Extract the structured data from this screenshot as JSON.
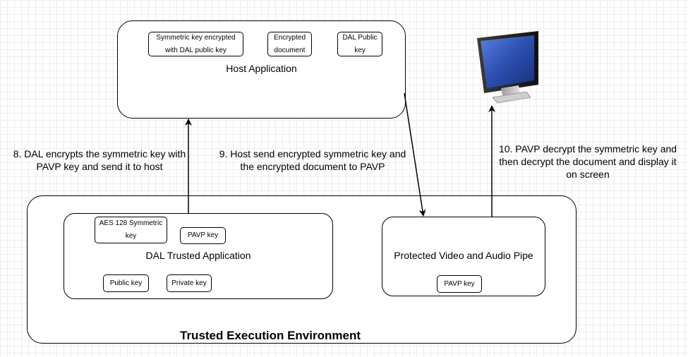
{
  "host_app": {
    "title": "Host Application",
    "items": [
      "Symmetric key encrypted with DAL public key",
      "Encrypted document",
      "DAL Public key"
    ]
  },
  "tee": {
    "title": "Trusted Execution Environment",
    "dal_app": {
      "title": "DAL Trusted Application",
      "aes_key": "AES 128 Symmetric key",
      "pavp_key": "PAVP key",
      "public_key": "Public key",
      "private_key": "Private key"
    },
    "pavp": {
      "title": "Protected Video and Audio Pipe",
      "pavp_key": "PAVP key"
    }
  },
  "steps": {
    "step8": "8. DAL encrypts the symmetric key with PAVP key and send it to host",
    "step9": "9. Host send encrypted symmetric key and the encrypted document to PAVP",
    "step10": "10. PAVP decrypt the symmetric key and then decrypt the document and display it on screen"
  },
  "icons": {
    "display": "monitor-icon"
  },
  "colors": {
    "stroke": "#000000",
    "background": "#ffffff",
    "grid": "#ececec"
  }
}
